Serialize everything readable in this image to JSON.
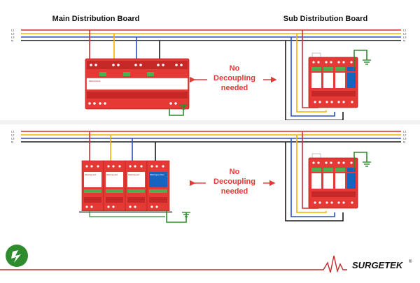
{
  "headings": {
    "main": "Main Distribution Board",
    "sub": "Sub Distribution Board"
  },
  "bus_labels": [
    "L1",
    "L2",
    "L3",
    "N"
  ],
  "note": {
    "line1": "No",
    "line2": "Decoupling",
    "line3": "needed"
  },
  "brand": {
    "name": "SURGETEK",
    "mark": "®"
  },
  "module_labels": {
    "combined_top": "DEHNshield",
    "spd_lower": [
      "DEHNguard",
      "DEHNguard",
      "DEHNguard",
      "DEHNgap Maxi"
    ]
  },
  "colors": {
    "L1": "#d32f2f",
    "L2": "#f4b400",
    "L3": "#2e4fbf",
    "N": "#1a1a1a",
    "PE": "#2e8b2e",
    "device": "#e53935",
    "accent_blue": "#1565c0"
  },
  "icons": [
    "arrow-left-icon",
    "arrow-right-icon",
    "ground-icon",
    "logo-badge-icon",
    "lightning-spike-icon"
  ]
}
